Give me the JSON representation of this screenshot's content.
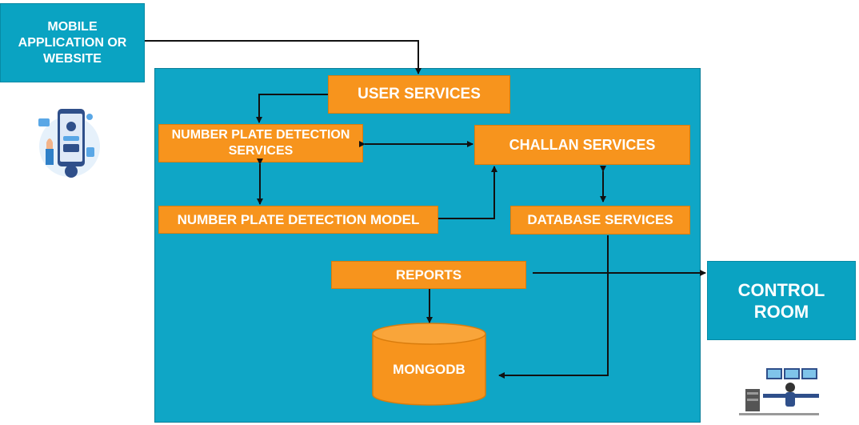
{
  "external": {
    "mobile_app": "MOBILE APPLICATION OR WEBSITE",
    "control_room": "CONTROL ROOM"
  },
  "services": {
    "user_services": "USER SERVICES",
    "npd_services": "NUMBER PLATE DETECTION SERVICES",
    "challan_services": "CHALLAN SERVICES",
    "npd_model": "NUMBER PLATE DETECTION MODEL",
    "database_services": "DATABASE SERVICES",
    "reports": "REPORTS"
  },
  "database": {
    "label": "MONGODB"
  },
  "colors": {
    "system_bg": "#0fa6c6",
    "box_orange": "#f7941d",
    "external_teal": "#0aa3c2",
    "arrow": "#111111"
  },
  "icons": {
    "mobile_illustration": "mobile-security-icon",
    "control_room_illustration": "control-room-operator-icon"
  }
}
